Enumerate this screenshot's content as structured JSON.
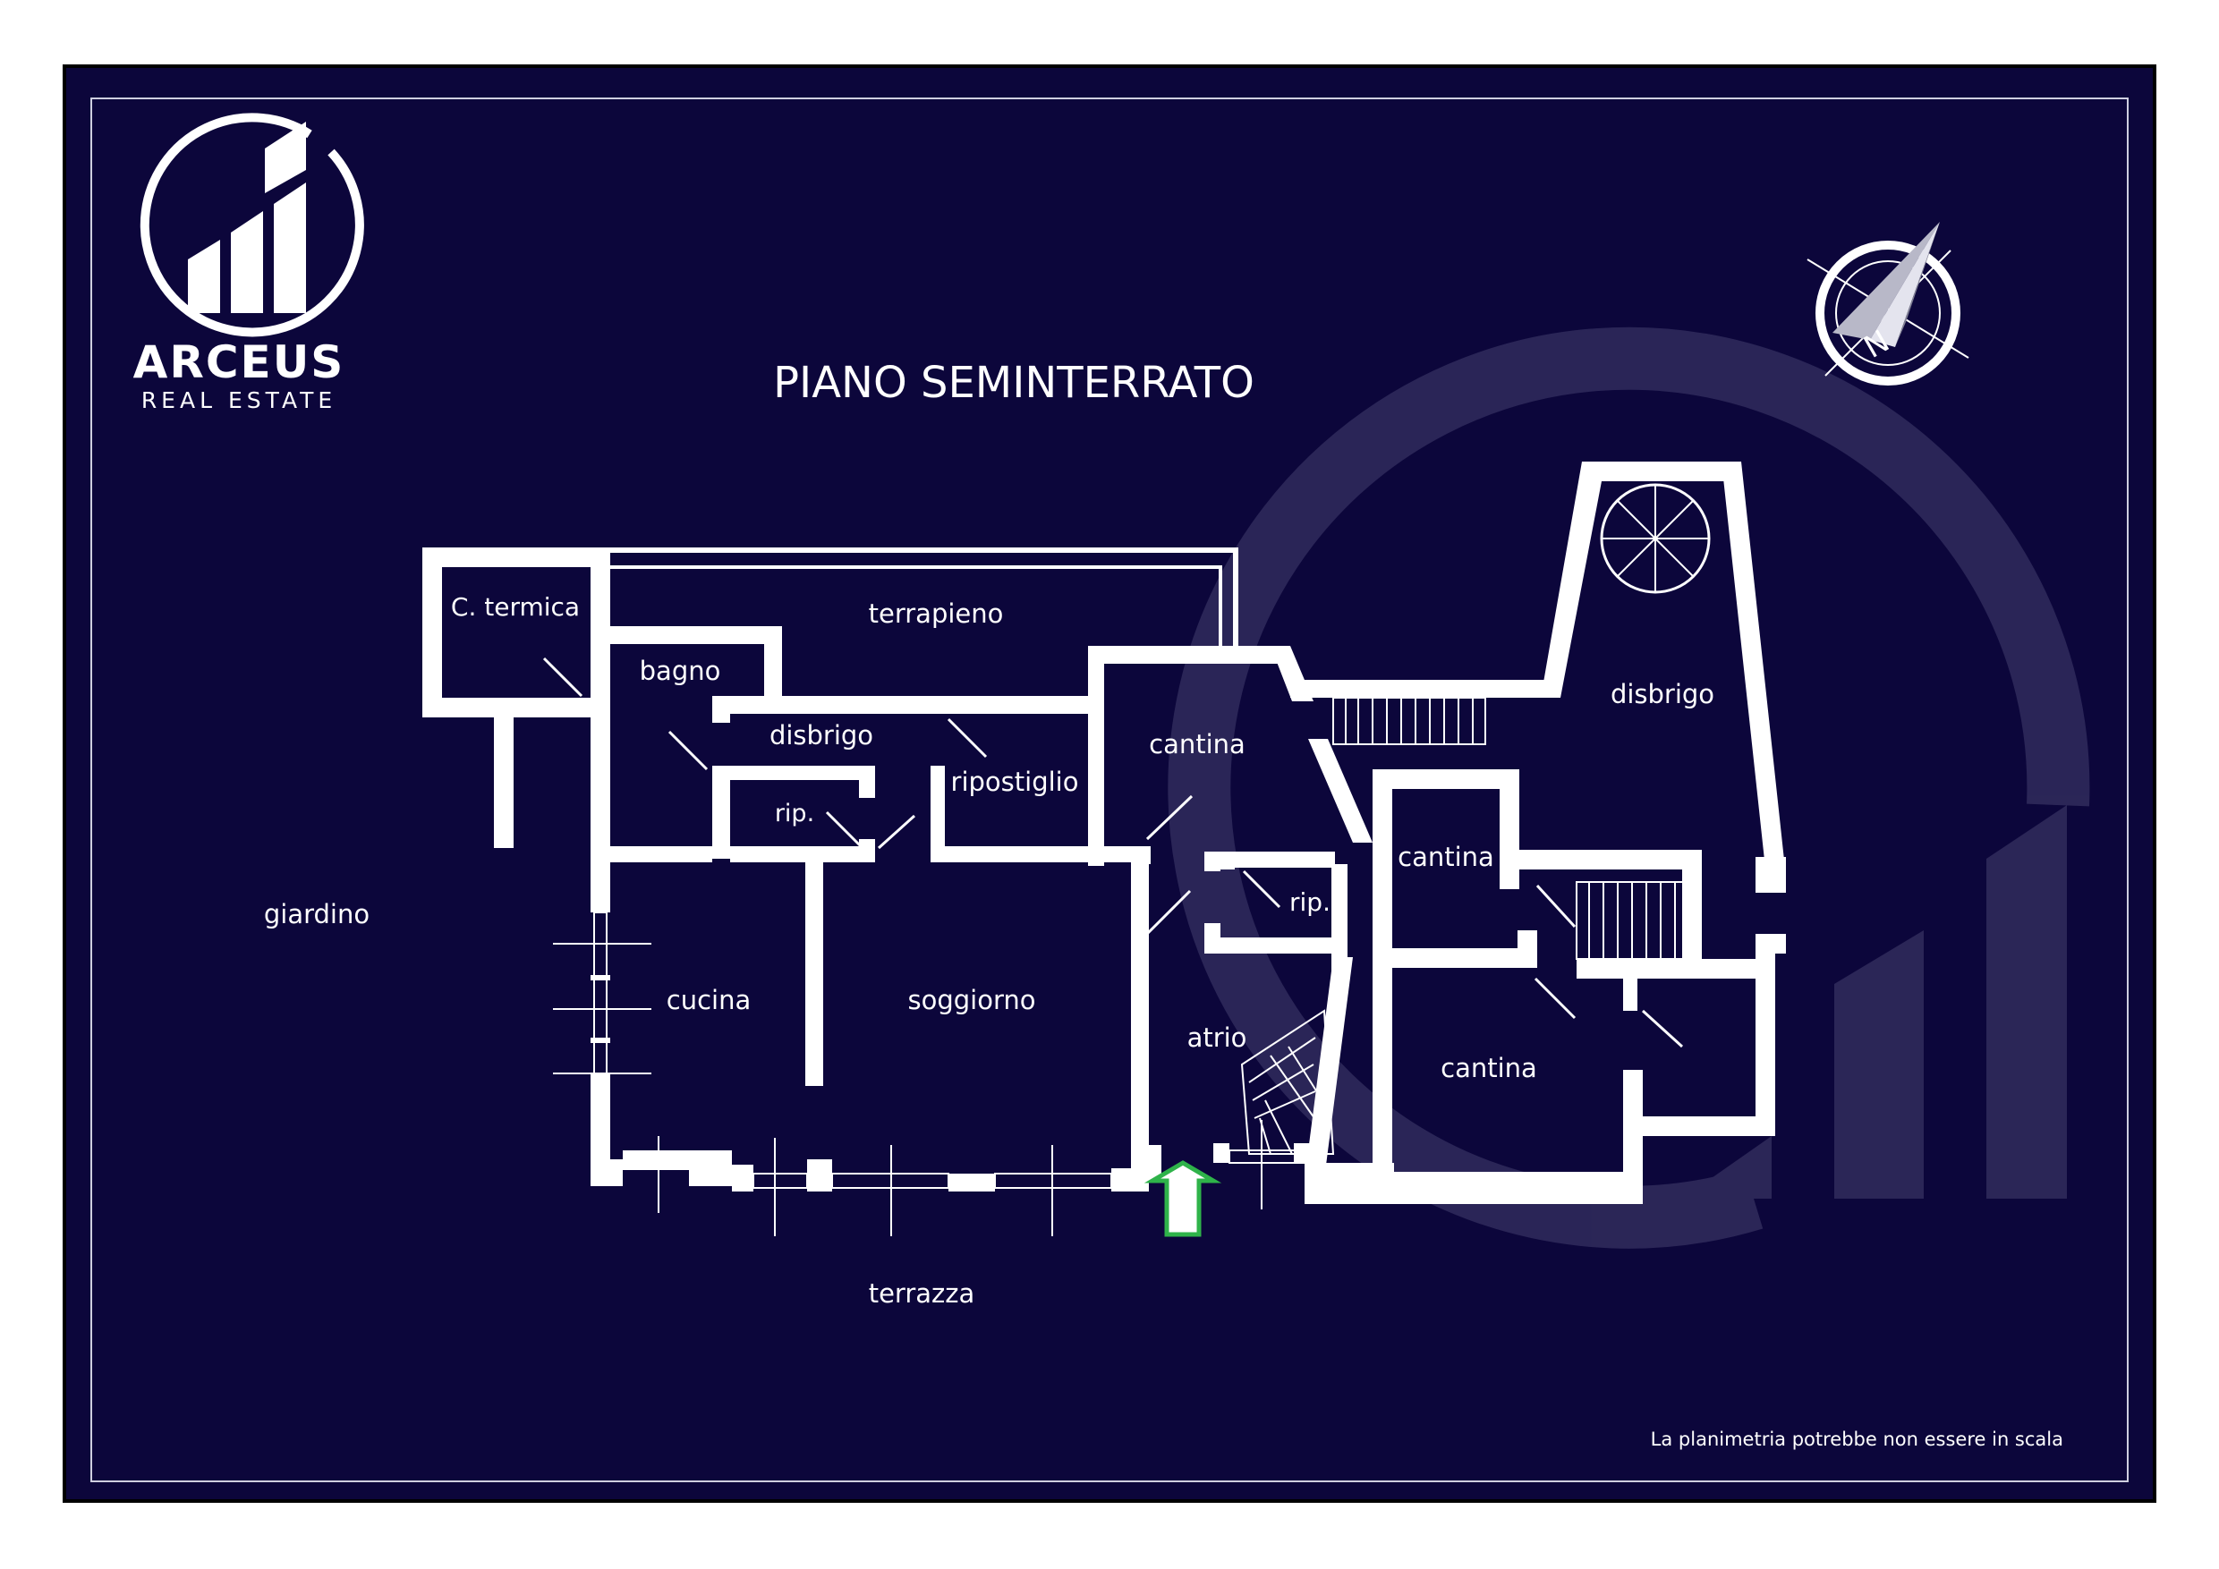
{
  "logo": {
    "name": "ARCEUS",
    "tagline": "REAL ESTATE"
  },
  "title": "PIANO SEMINTERRATO",
  "compass": {
    "letter": "N"
  },
  "rooms": {
    "c_termica": "C. termica",
    "terrapieno": "terrapieno",
    "bagno": "bagno",
    "disbrigo_left": "disbrigo",
    "rip_left": "rip.",
    "ripostiglio": "ripostiglio",
    "cantina_center": "cantina",
    "rip_center": "rip.",
    "disbrigo_right": "disbrigo",
    "cantina_right_top": "cantina",
    "cantina_right_bottom": "cantina",
    "giardino": "giardino",
    "cucina": "cucina",
    "soggiorno": "soggiorno",
    "atrio": "atrio",
    "terrazza": "terrazza"
  },
  "disclaimer": "La planimetria potrebbe non essere in scala",
  "colors": {
    "background": "#0c063b",
    "lines": "#ffffff",
    "entrance": "#2fb34a"
  }
}
